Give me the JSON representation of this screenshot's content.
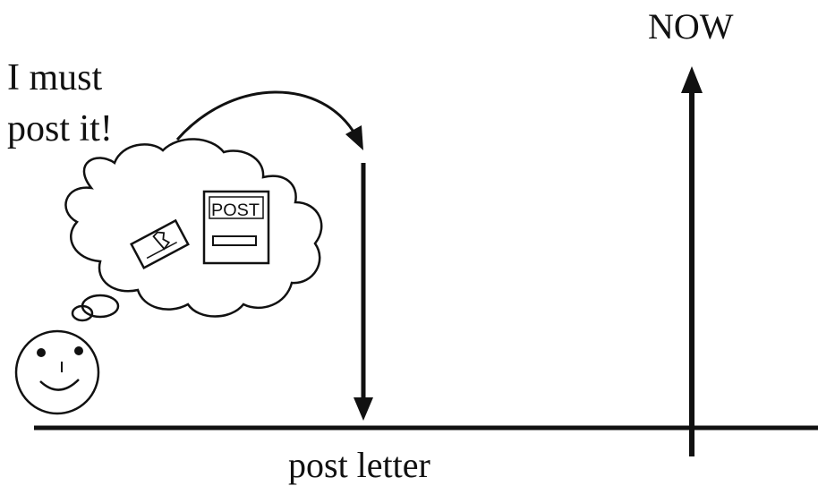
{
  "diagram": {
    "now_label": "NOW",
    "thought_text_line1": "I must",
    "thought_text_line2": "post it!",
    "event_label": "post letter",
    "postbox_text": "POST"
  },
  "colors": {
    "ink": "#111111",
    "background": "#ffffff"
  }
}
